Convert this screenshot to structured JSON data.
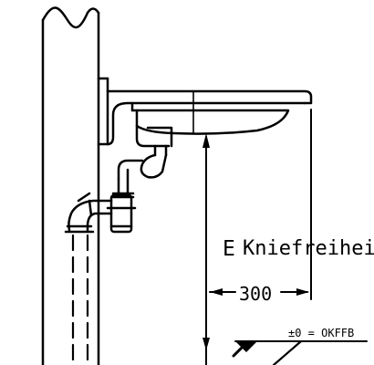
{
  "labels": {
    "e_symbol": "E",
    "kneefree_label": "Kniefreiheit",
    "distance_value": "300",
    "floor_level": "±0 = OKFFB"
  },
  "colors": {
    "background": "#ffffff",
    "line": "#000000"
  }
}
